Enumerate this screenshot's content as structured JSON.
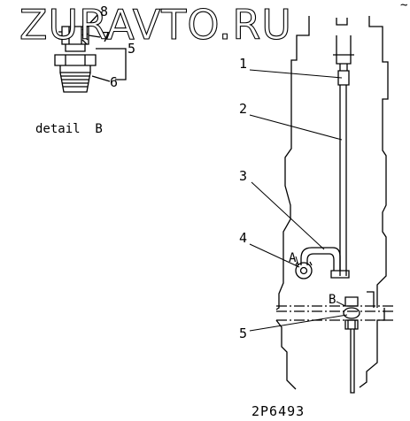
{
  "watermark": "ZURAVTO.RU",
  "corner_mark": "~",
  "detail_caption": "detail  B",
  "detail_callouts": [
    "8",
    "7",
    "5",
    "6"
  ],
  "callouts": [
    "1",
    "2",
    "3",
    "4",
    "5"
  ],
  "view_letters": [
    "A",
    "B"
  ],
  "drawing_code": "2P6493",
  "colors": {
    "ink": "#000000",
    "paper": "#ffffff"
  }
}
